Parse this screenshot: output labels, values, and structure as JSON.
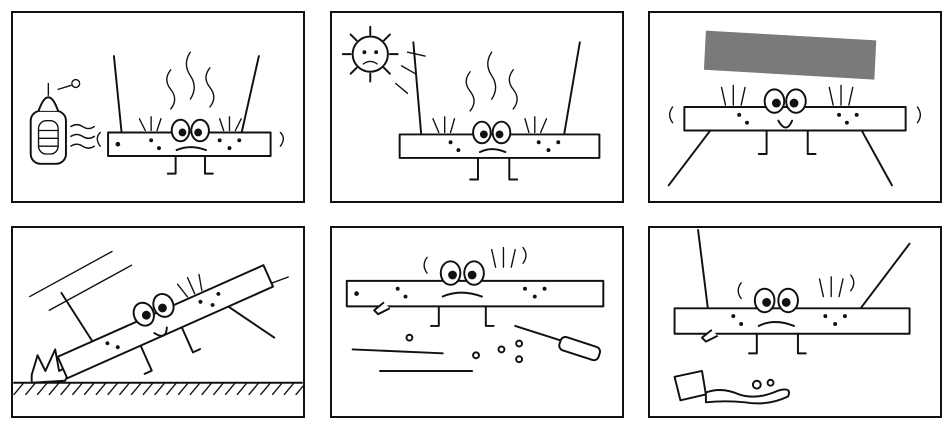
{
  "comic": {
    "panel_count": 6,
    "colors": {
      "ink": "#111111",
      "paper": "#ffffff",
      "gray_block": "#7a7a7a"
    },
    "panels": [
      {
        "id": 1,
        "scene": "heater-heat"
      },
      {
        "id": 2,
        "scene": "sun-heat"
      },
      {
        "id": 3,
        "scene": "heavy-object-on-top"
      },
      {
        "id": 4,
        "scene": "fall-impact"
      },
      {
        "id": 5,
        "scene": "disassembled-parts"
      },
      {
        "id": 6,
        "scene": "spilled-liquid"
      }
    ]
  }
}
